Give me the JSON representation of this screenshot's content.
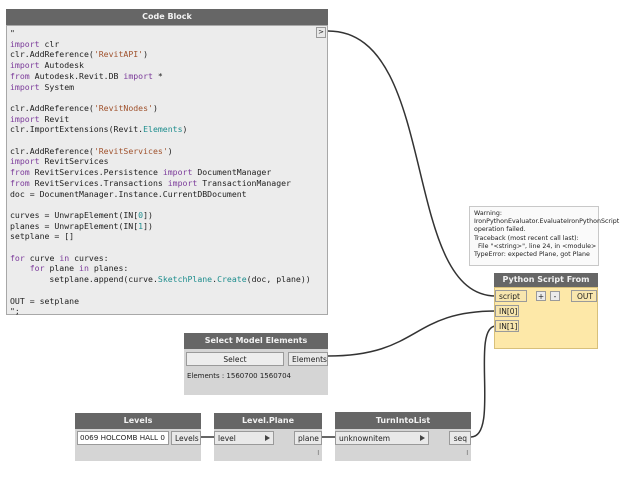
{
  "code_block": {
    "title": "Code Block",
    "output_port": ">",
    "lines": [
      [
        {
          "t": "\""
        }
      ],
      [
        {
          "t": "import",
          "c": "kw"
        },
        {
          "t": " clr"
        }
      ],
      [
        {
          "t": "clr.AddReference("
        },
        {
          "t": "'RevitAPI'",
          "c": "str"
        },
        {
          "t": ")"
        }
      ],
      [
        {
          "t": "import",
          "c": "kw"
        },
        {
          "t": " Autodesk"
        }
      ],
      [
        {
          "t": "from",
          "c": "kw"
        },
        {
          "t": " Autodesk.Revit.DB "
        },
        {
          "t": "import",
          "c": "kw"
        },
        {
          "t": " *"
        }
      ],
      [
        {
          "t": "import",
          "c": "kw"
        },
        {
          "t": " System"
        }
      ],
      [
        {
          "t": ""
        }
      ],
      [
        {
          "t": "clr.AddReference("
        },
        {
          "t": "'RevitNodes'",
          "c": "str"
        },
        {
          "t": ")"
        }
      ],
      [
        {
          "t": "import",
          "c": "kw"
        },
        {
          "t": " Revit"
        }
      ],
      [
        {
          "t": "clr.ImportExtensions(Revit."
        },
        {
          "t": "Elements",
          "c": "cls"
        },
        {
          "t": ")"
        }
      ],
      [
        {
          "t": ""
        }
      ],
      [
        {
          "t": "clr.AddReference("
        },
        {
          "t": "'RevitServices'",
          "c": "str"
        },
        {
          "t": ")"
        }
      ],
      [
        {
          "t": "import",
          "c": "kw"
        },
        {
          "t": " RevitServices"
        }
      ],
      [
        {
          "t": "from",
          "c": "kw"
        },
        {
          "t": " RevitServices.Persistence "
        },
        {
          "t": "import",
          "c": "kw"
        },
        {
          "t": " DocumentManager"
        }
      ],
      [
        {
          "t": "from",
          "c": "kw"
        },
        {
          "t": " RevitServices.Transactions "
        },
        {
          "t": "import",
          "c": "kw"
        },
        {
          "t": " TransactionManager"
        }
      ],
      [
        {
          "t": "doc = DocumentManager.Instance.CurrentDBDocument"
        }
      ],
      [
        {
          "t": ""
        }
      ],
      [
        {
          "t": "curves = UnwrapElement(IN["
        },
        {
          "t": "0",
          "c": "num"
        },
        {
          "t": "])"
        }
      ],
      [
        {
          "t": "planes = UnwrapElement(IN["
        },
        {
          "t": "1",
          "c": "num"
        },
        {
          "t": "])"
        }
      ],
      [
        {
          "t": "setplane = []"
        }
      ],
      [
        {
          "t": ""
        }
      ],
      [
        {
          "t": "for",
          "c": "kw"
        },
        {
          "t": " curve "
        },
        {
          "t": "in",
          "c": "kw"
        },
        {
          "t": " curves:"
        }
      ],
      [
        {
          "t": "    "
        },
        {
          "t": "for",
          "c": "kw"
        },
        {
          "t": " plane "
        },
        {
          "t": "in",
          "c": "kw"
        },
        {
          "t": " planes:"
        }
      ],
      [
        {
          "t": "        setplane.append(curve."
        },
        {
          "t": "SketchPlane",
          "c": "cls"
        },
        {
          "t": "."
        },
        {
          "t": "Create",
          "c": "cls"
        },
        {
          "t": "(doc, plane))"
        }
      ],
      [
        {
          "t": ""
        }
      ],
      [
        {
          "t": "OUT = setplane"
        }
      ],
      [
        {
          "t": "\";"
        }
      ]
    ]
  },
  "warning": {
    "lines": [
      "Warning:",
      "IronPythonEvaluator.EvaluateIronPythonScript",
      "operation failed.",
      "Traceback (most recent call last):",
      "  File \"<string>\", line 24, in <module>",
      "TypeError: expected Plane, got Plane"
    ]
  },
  "python_node": {
    "title": "Python Script From String",
    "in_script": "script",
    "in_0": "IN[0]",
    "in_1": "IN[1]",
    "add_label": "+",
    "remove_label": "-",
    "out": "OUT"
  },
  "select_node": {
    "title": "Select Model Elements",
    "select_label": "Select",
    "out": "Elements",
    "value": "Elements : 1560700 1560704"
  },
  "levels_node": {
    "title": "Levels",
    "selected": "0069 HOLCOMB HALL 0",
    "out": "Levels"
  },
  "levelplane_node": {
    "title": "Level.Plane",
    "in": "level",
    "out": "plane",
    "lacing": "l"
  },
  "turnintolist_node": {
    "title": "TurnIntoList",
    "in": "unknownitem",
    "out": "seq",
    "lacing": "l"
  },
  "colors": {
    "node_header": "#666666",
    "node_body": "#d5d5d5",
    "warning_body": "#fde8a8"
  }
}
